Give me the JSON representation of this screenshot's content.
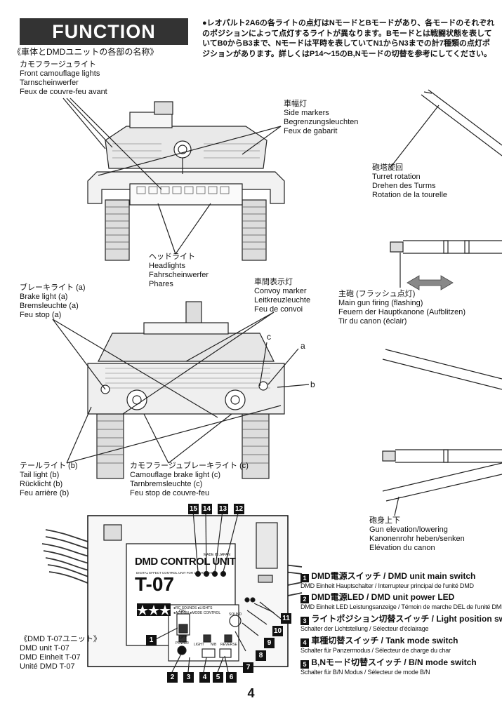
{
  "header": {
    "banner": "FUNCTION",
    "subtitle": "《車体とDMDユニットの各部の名称》",
    "intro": "●レオパルト2A6の各ライトの点灯はNモードとBモードがあり、各モードのそれぞれのポジションによって点灯するライトが異なります。Bモードとは戦闘状態を表していてB0からB3まで、Nモードは平時を表していてN1からN3までの計7種類の点灯ポジションがあります。詳しくはP14〜15のB,Nモードの切替を参考にしてください。"
  },
  "labels": {
    "camo_front": [
      "カモフラージュライト",
      "Front camouflage lights",
      "Tarnscheinwerfer",
      "Feux de couvre-feu avant"
    ],
    "side_markers": [
      "車幅灯",
      "Side markers",
      "Begrenzungsleuchten",
      "Feux de gabarit"
    ],
    "turret": [
      "砲塔旋回",
      "Turret rotation",
      "Drehen des Turms",
      "Rotation de la tourelle"
    ],
    "headlights": [
      "ヘッドライト",
      "Headlights",
      "Fahrscheinwerfer",
      "Phares"
    ],
    "brake": [
      "ブレーキライト (a)",
      "Brake light (a)",
      "Bremsleuchte (a)",
      "Feu stop (a)"
    ],
    "convoy": [
      "車間表示灯",
      "Convoy marker",
      "Leitkreuzleuchte",
      "Feu de convoi"
    ],
    "gun_fire": [
      "主砲 (フラッシュ点灯)",
      "Main gun firing (flashing)",
      "Feuern der Hauptkanone (Aufblitzen)",
      "Tir du canon (éclair)"
    ],
    "tail": [
      "テールライト (b)",
      "Tail light (b)",
      "Rücklicht (b)",
      "Feu arrière (b)"
    ],
    "camo_brake": [
      "カモフラージュブレーキライト (c)",
      "Camouflage brake light (c)",
      "Tarnbremsleuchte (c)",
      "Feu stop de couvre-feu"
    ],
    "elevation": [
      "砲身上下",
      "Gun elevation/lowering",
      "Kanonenrohr heben/senken",
      "Elévation du canon"
    ],
    "dmd_unit": [
      "《DMD T-07ユニット》",
      "DMD unit T-07",
      "DMD Einheit T-07",
      "Unité DMD T-07"
    ],
    "letter_a": "a",
    "letter_b": "b",
    "letter_c": "c"
  },
  "unit": {
    "title": "DMD CONTROL UNIT",
    "model": "T-07",
    "made_in": "MADE IN JAPAN",
    "small_1": "DIGITAL EFFECT CONTROL UNIT FOR 1/16 R/C TANK",
    "small_2": "●RC SOUNDS ●LIGHTS",
    "small_3": "●ACTION ●MODE CONTROL",
    "on": "ON",
    "off": "OFF",
    "power": "POWER",
    "light": "LIGHT",
    "nb": "N/B",
    "reverse": "REVERSE",
    "sound": "SOUND",
    "callouts_top": [
      "15",
      "14",
      "13",
      "12"
    ],
    "callouts_right": [
      "11",
      "10",
      "9",
      "8",
      "7",
      "6"
    ],
    "callouts_bottom": [
      "1",
      "2",
      "3",
      "4",
      "5"
    ]
  },
  "legend": [
    {
      "num": "1",
      "title": "DMD電源スイッチ / DMD unit main switch",
      "sub": "DMD Einheit Hauptschalter / Interrupteur principal de l'unité DMD"
    },
    {
      "num": "2",
      "title": "DMD電源LED / DMD unit power LED",
      "sub": "DMD Einheit LED Leistungsanzeige / Témoin de marche DEL de l'unité DMD"
    },
    {
      "num": "3",
      "title": "ライトポジション切替スイッチ / Light position switch",
      "sub": "Schalter der Lichtstellung / Sélecteur d'éclairage"
    },
    {
      "num": "4",
      "title": "車種切替スイッチ / Tank mode switch",
      "sub": "Schalter für Panzermodus / Sélecteur de charge du char"
    },
    {
      "num": "5",
      "title": "B,Nモード切替スイッチ / B/N mode switch",
      "sub": "Schalter für B/N Modus / Sélecteur de mode B/N"
    }
  ],
  "page_number": "4"
}
